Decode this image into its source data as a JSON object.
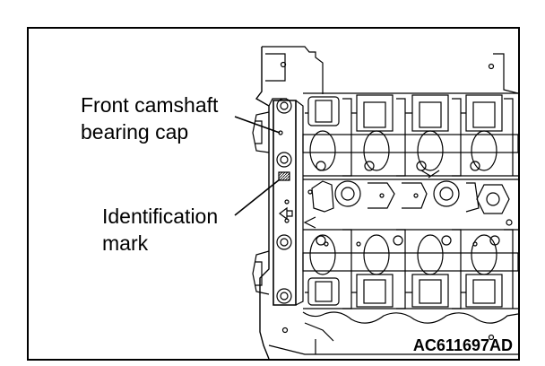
{
  "labels": {
    "front_camshaft_line1": "Front camshaft",
    "front_camshaft_line2": "bearing cap",
    "identification_line1": "Identification",
    "identification_line2": "mark"
  },
  "reference_code": "AC611697AD"
}
